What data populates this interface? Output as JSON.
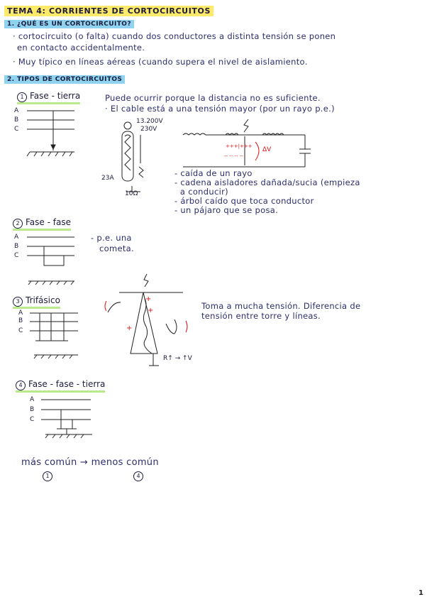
{
  "title": "TEMA 4: CORRIENTES DE CORTOCIRCUITOS",
  "section1": {
    "heading": "1. ¿QUÉ ES UN CORTOCIRCUITO?",
    "line1": "· cortocircuito (o falta) cuando dos conductores a distinta tensión se ponen",
    "line2": "en contacto accidentalmente.",
    "line3": "· Muy típico en líneas aéreas (cuando supera el nivel de aislamiento."
  },
  "section2": {
    "heading": "2. TIPOS DE CORTOCIRCUITOS",
    "types": [
      {
        "num": "1",
        "name": "Fase - tierra",
        "phases": [
          "A",
          "B",
          "C"
        ],
        "desc1": "Puede ocurrir porque la distancia no es suficiente.",
        "desc2": "· El cable está a una tensión mayor (por un rayo p.e.)",
        "fig_labels": [
          "13.200V",
          "230V",
          "23A",
          "10Ω",
          "ΔV"
        ],
        "causes": [
          "- caída de un rayo",
          "- cadena aisladores dañada/sucia (empieza",
          "  a conducir)",
          "- árbol caído que toca conductor",
          "- un pájaro que se posa."
        ]
      },
      {
        "num": "2",
        "name": "Fase - fase",
        "phases": [
          "A",
          "B",
          "C"
        ],
        "note1": "- p.e. una",
        "note2": "cometa."
      },
      {
        "num": "3",
        "name": "Trifásico",
        "phases": [
          "A",
          "B",
          "C"
        ],
        "fig_label": "R↑ → ↑V",
        "desc1": "Toma a mucha tensión. Diferencia de",
        "desc2": "tensión entre torre y líneas."
      },
      {
        "num": "4",
        "name": "Fase - fase - tierra",
        "phases": [
          "A",
          "B",
          "C"
        ]
      }
    ]
  },
  "scale": {
    "left": "más común",
    "arrow": "→",
    "right": "menos común",
    "left_num": "1",
    "right_num": "4"
  },
  "page_number": "1"
}
